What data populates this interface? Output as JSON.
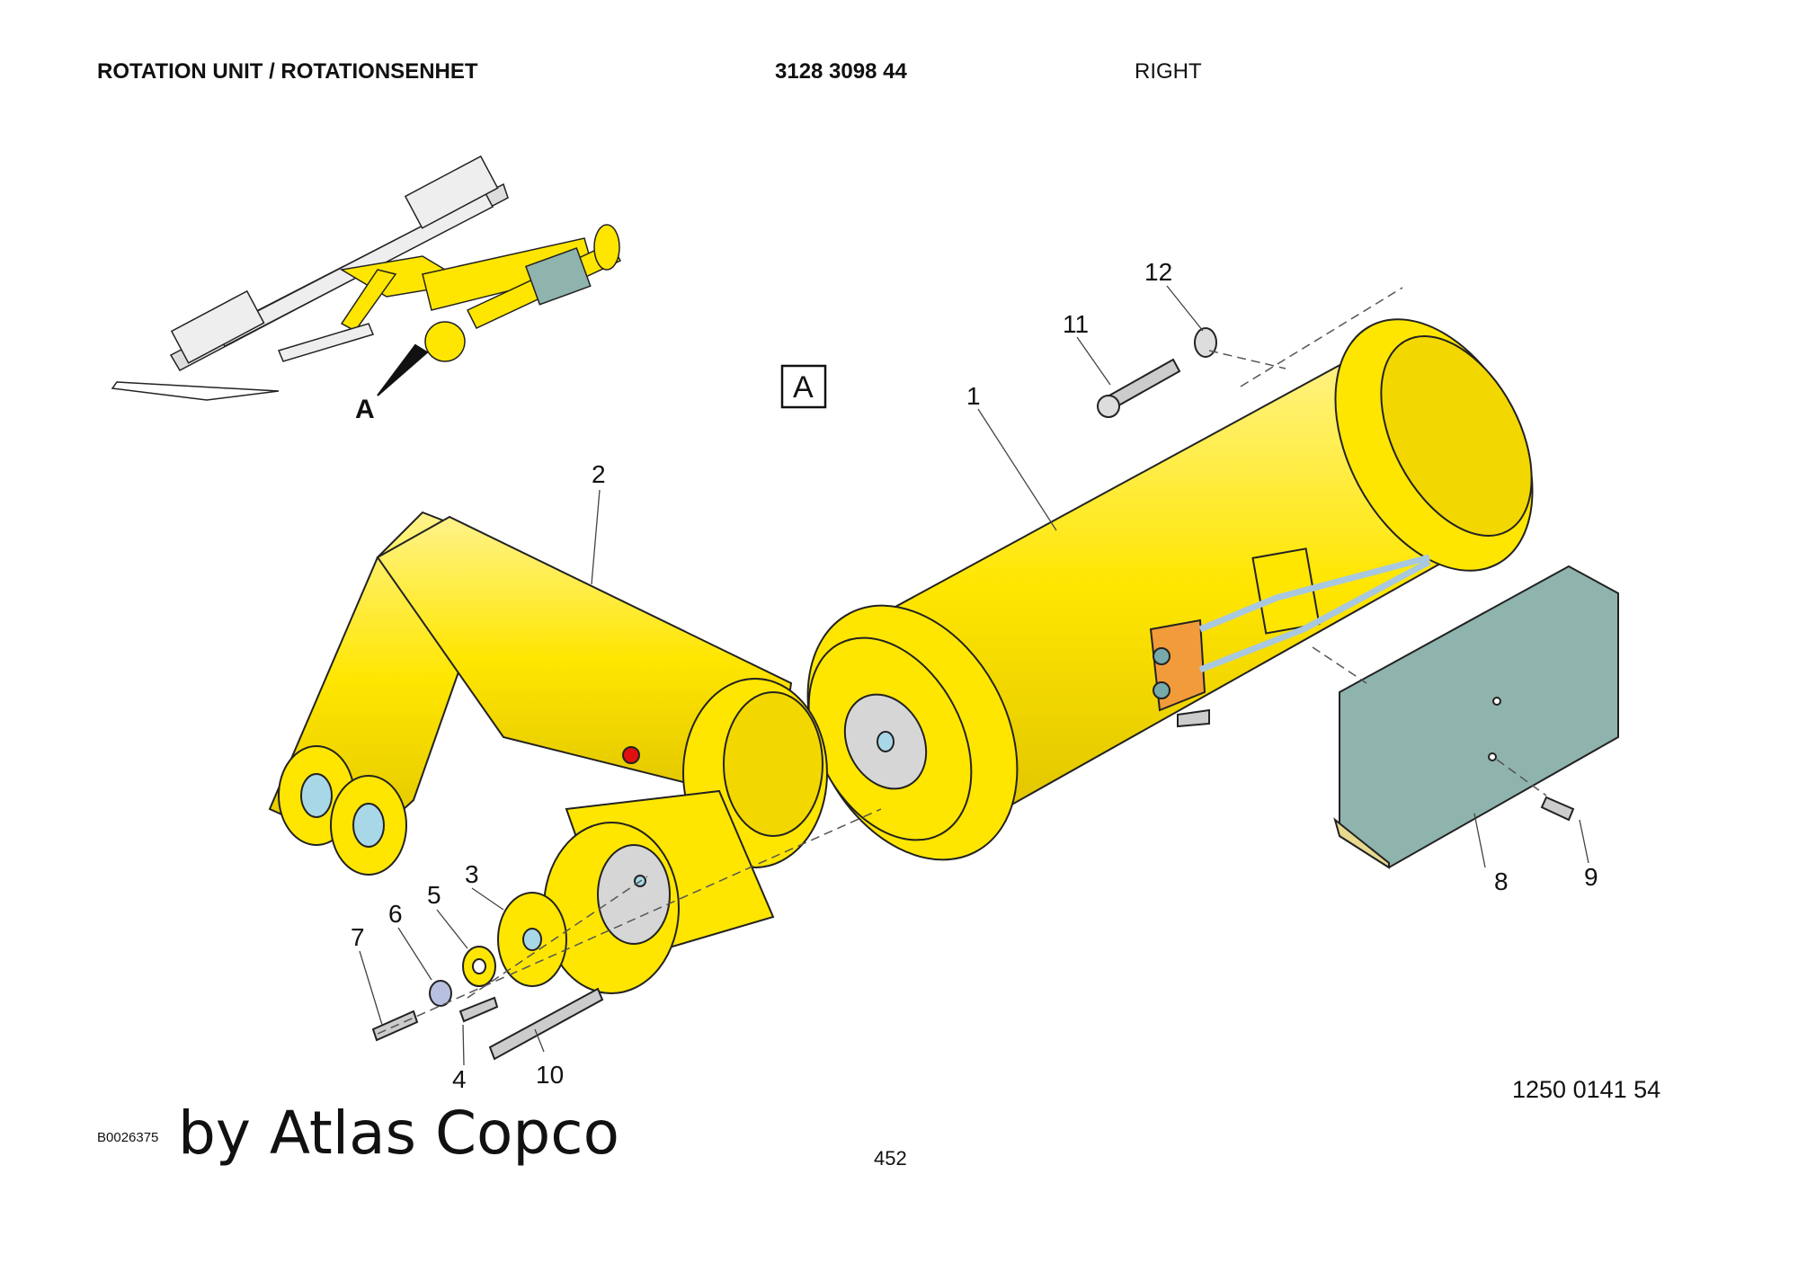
{
  "header": {
    "title": "ROTATION UNIT / ROTATIONSENHET",
    "part_number": "3128 3098 44",
    "side": "RIGHT"
  },
  "view_label": "A",
  "overview_marker": "A",
  "callouts": [
    "1",
    "2",
    "3",
    "4",
    "5",
    "6",
    "7",
    "8",
    "9",
    "10",
    "11",
    "12"
  ],
  "drawing_number": "1250 0141 54",
  "figure_id": "B0026375",
  "watermark": "by Atlas Copco",
  "page_number": "452",
  "colors": {
    "part_yellow": "#ffe600",
    "cover_green": "#8fb3ad",
    "valve_orange": "#f29b3a",
    "hose_blue": "#a8c8e0",
    "outline": "#222222"
  }
}
